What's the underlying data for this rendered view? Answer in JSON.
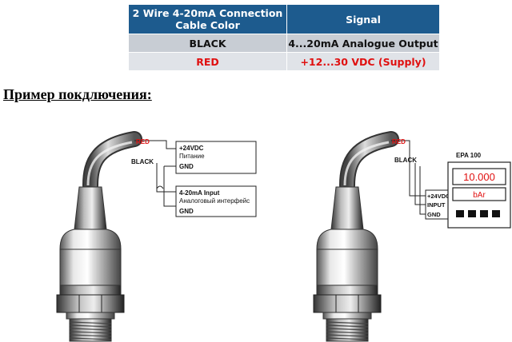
{
  "table": {
    "header": {
      "col1": "2 Wire 4-20mA Connection Cable Color",
      "col1_line1": "2 Wire 4-20mA Connection",
      "col1_line2": "Cable Color",
      "col2": "Signal"
    },
    "rows": [
      {
        "color": "BLACK",
        "signal": "4...20mA Analogue Output"
      },
      {
        "color": "RED",
        "signal": "+12...30 VDC (Supply)"
      }
    ],
    "colors": {
      "header_bg": "#1d5b8e",
      "row1_bg": "#c8cdd4",
      "row2_bg": "#e0e3e8",
      "red_text": "#e01010"
    }
  },
  "section_title": "Пример покдлючения:",
  "diagram_left": {
    "wire_red": "RED",
    "wire_black": "BLACK",
    "supply_box": {
      "line1": "+24VDC",
      "line2": "Питание",
      "line3": "GND"
    },
    "input_box": {
      "line1": "4-20mA Input",
      "line2": "Аналоговый интерфейс",
      "line3": "GND"
    }
  },
  "diagram_right": {
    "wire_red": "RED",
    "wire_black": "BLACK",
    "device_name": "EPA 100",
    "display_value": "10.000",
    "display_unit": "bAr",
    "terminals": [
      "+24VDC",
      "INPUT",
      "GND"
    ]
  }
}
